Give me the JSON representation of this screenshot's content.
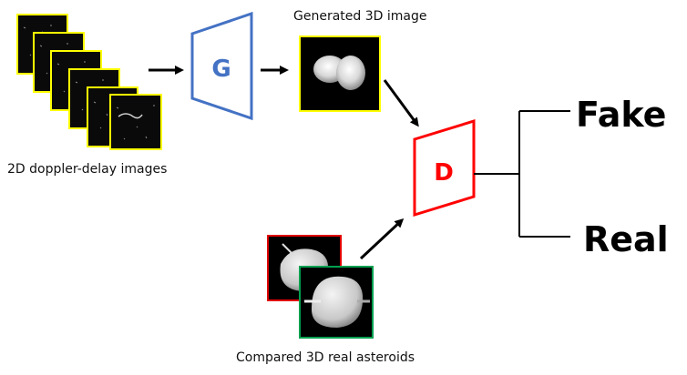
{
  "inputs": {
    "caption": "2D doppler-delay images"
  },
  "generator": {
    "letter": "G",
    "color": "#4472c4"
  },
  "generated": {
    "caption": "Generated 3D image"
  },
  "discriminator": {
    "letter": "D",
    "color": "#ff0000"
  },
  "real": {
    "caption": "Compared 3D real asteroids"
  },
  "outputs": {
    "fake": "Fake",
    "real": "Real"
  },
  "colors": {
    "input_frame": "#ffff00",
    "real_frame_back": "#e00000",
    "real_frame_front": "#00a050",
    "arrow": "#000000"
  }
}
